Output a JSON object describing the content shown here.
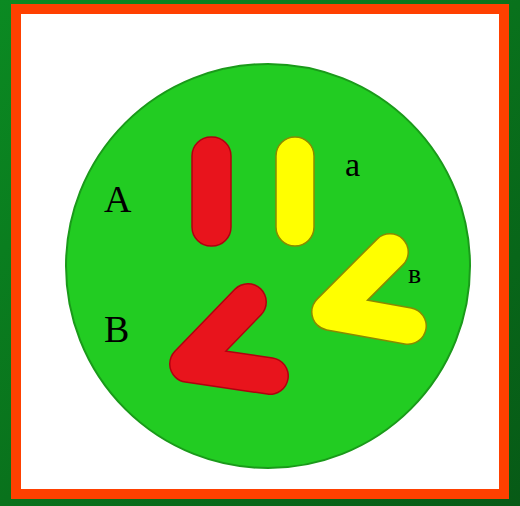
{
  "diagram": {
    "labels": [
      "A",
      "a",
      "B",
      "в"
    ]
  }
}
